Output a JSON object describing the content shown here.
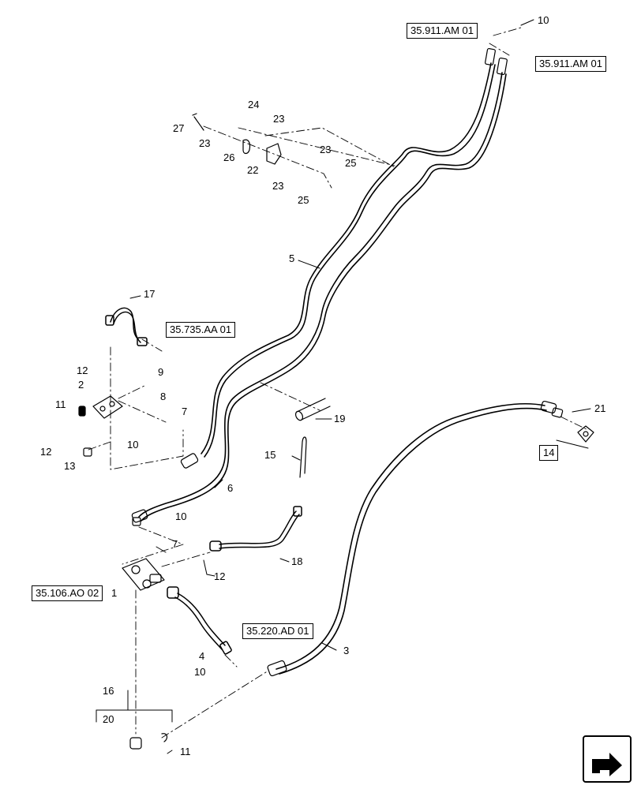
{
  "references": {
    "ref_911_top": "35.911.AM 01",
    "ref_911_right": "35.911.AM 01",
    "ref_735": "35.735.AA 01",
    "ref_106": "35.106.AO 02",
    "ref_220": "35.220.AD 01",
    "ref_14": "14"
  },
  "callouts": {
    "c1": "1",
    "c2": "2",
    "c3": "3",
    "c4": "4",
    "c5": "5",
    "c6": "6",
    "c7a": "7",
    "c7b": "7",
    "c8": "8",
    "c9": "9",
    "c10a": "10",
    "c10b": "10",
    "c10c": "10",
    "c10d": "10",
    "c11a": "11",
    "c11b": "11",
    "c12a": "12",
    "c12b": "12",
    "c12c": "12",
    "c13": "13",
    "c15": "15",
    "c16": "16",
    "c17": "17",
    "c18": "18",
    "c19": "19",
    "c20": "20",
    "c21": "21",
    "c22": "22",
    "c23a": "23",
    "c23b": "23",
    "c23c": "23",
    "c23d": "23",
    "c24": "24",
    "c25a": "25",
    "c25b": "25",
    "c26": "26",
    "c27": "27"
  },
  "icons": {
    "nav": "next-page-arrow-icon"
  }
}
